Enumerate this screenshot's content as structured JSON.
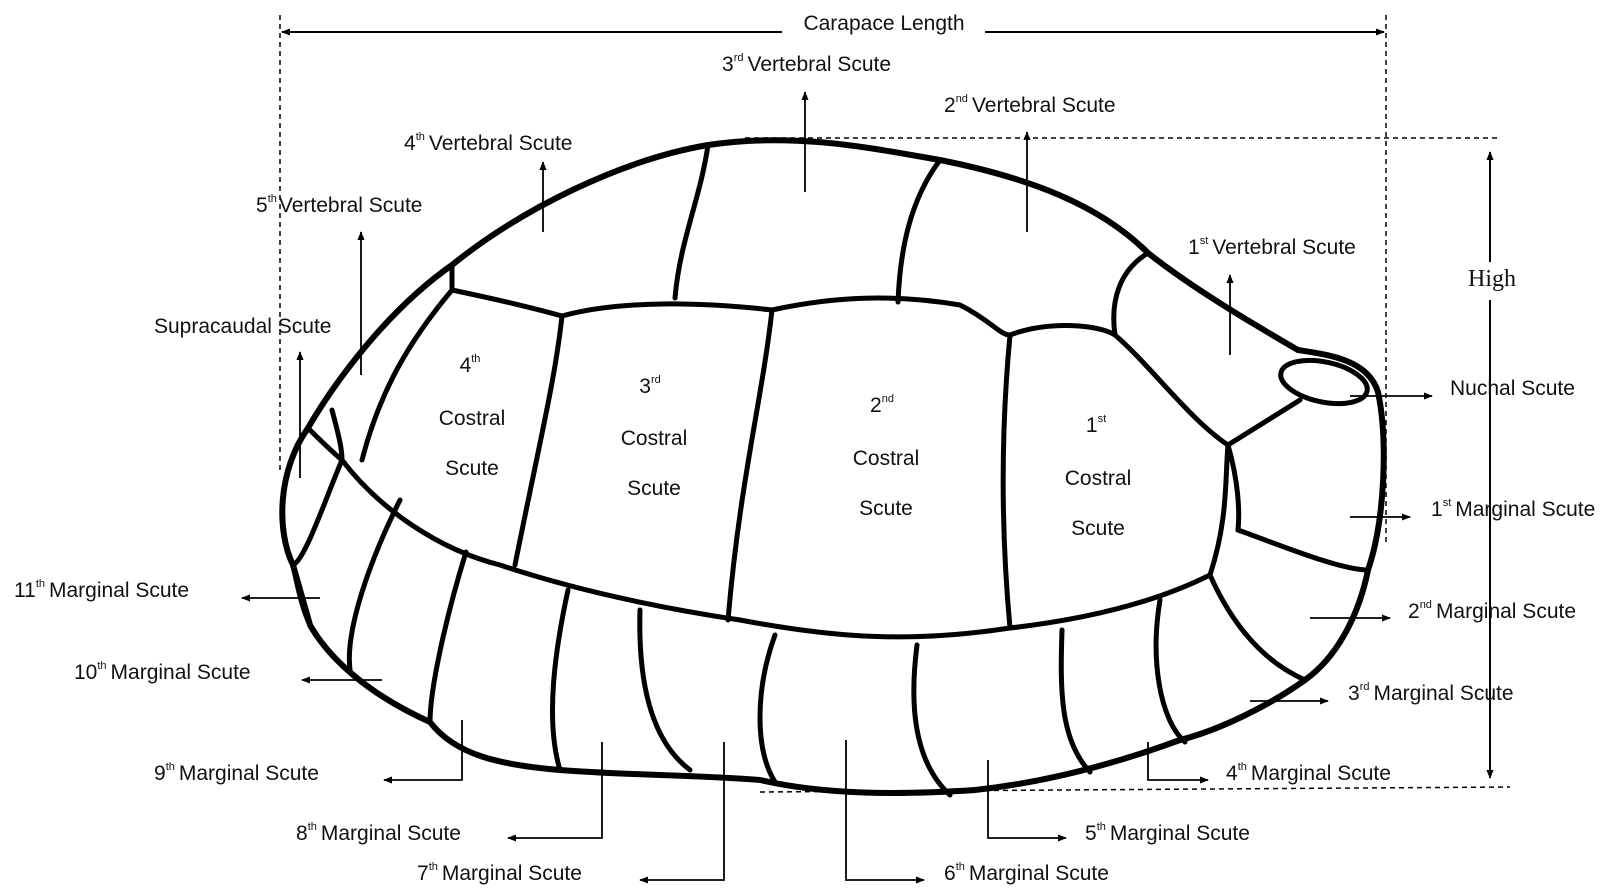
{
  "dimensions": {
    "length_label": "Carapace Length",
    "height_label": "High"
  },
  "vertebral": [
    {
      "ord": "1",
      "sup": "st",
      "name": "Vertebral Scute"
    },
    {
      "ord": "2",
      "sup": "nd",
      "name": "Vertebral Scute"
    },
    {
      "ord": "3",
      "sup": "rd",
      "name": "Vertebral Scute"
    },
    {
      "ord": "4",
      "sup": "th",
      "name": "Vertebral Scute"
    },
    {
      "ord": "5",
      "sup": "th",
      "name": "Vertebral Scute"
    }
  ],
  "costal": [
    {
      "ord": "1",
      "sup": "st",
      "l1": "Costral",
      "l2": "Scute"
    },
    {
      "ord": "2",
      "sup": "nd",
      "l1": "Costral",
      "l2": "Scute"
    },
    {
      "ord": "3",
      "sup": "rd",
      "l1": "Costral",
      "l2": "Scute"
    },
    {
      "ord": "4",
      "sup": "th",
      "l1": "Costral",
      "l2": "Scute"
    }
  ],
  "other": {
    "supracaudal": "Supracaudal Scute",
    "nuchal": "Nuchal Scute"
  },
  "marginal": [
    {
      "ord": "1",
      "sup": "st",
      "name": "Marginal Scute"
    },
    {
      "ord": "2",
      "sup": "nd",
      "name": "Marginal Scute"
    },
    {
      "ord": "3",
      "sup": "rd",
      "name": "Marginal Scute"
    },
    {
      "ord": "4",
      "sup": "th",
      "name": "Marginal Scute"
    },
    {
      "ord": "5",
      "sup": "th",
      "name": "Marginal Scute"
    },
    {
      "ord": "6",
      "sup": "th",
      "name": "Marginal Scute"
    },
    {
      "ord": "7",
      "sup": "th",
      "name": "Marginal Scute"
    },
    {
      "ord": "8",
      "sup": "th",
      "name": "Marginal Scute"
    },
    {
      "ord": "9",
      "sup": "th",
      "name": "Marginal Scute"
    },
    {
      "ord": "10",
      "sup": "th",
      "name": "Marginal Scute"
    },
    {
      "ord": "11",
      "sup": "th",
      "name": "Marginal Scute"
    }
  ]
}
